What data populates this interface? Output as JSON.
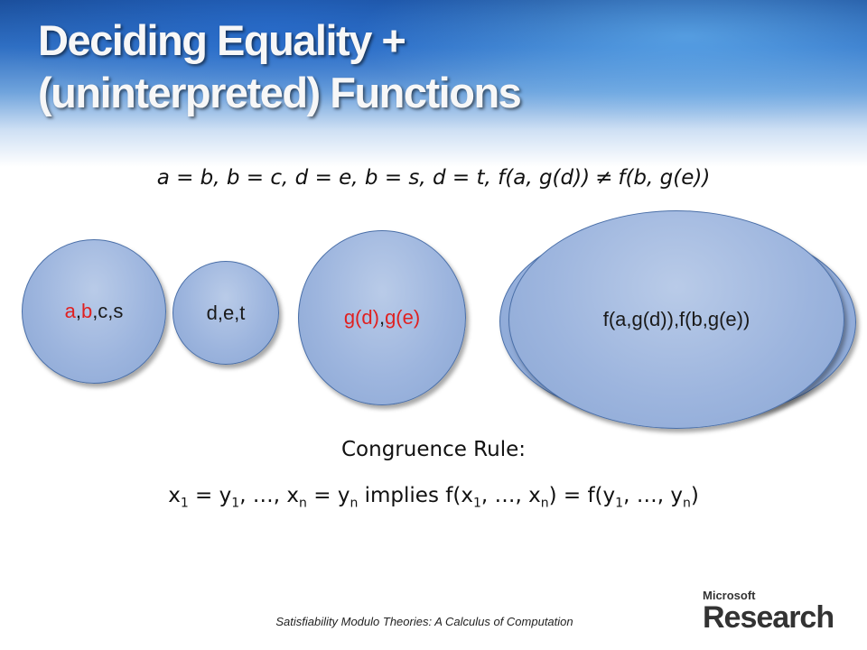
{
  "slide": {
    "title_line1": "Deciding Equality +",
    "title_line2": "(uninterpreted) Functions",
    "formula_left": "a = b, b = c, d = e, b = s, d = t, f(a, g(d))",
    "formula_neq": "≠",
    "formula_right": "f(b, g(e))",
    "bubbles": {
      "b1_a": "a",
      "b1_comma1": ",",
      "b1_b": "b",
      "b1_rest": ",c,s",
      "b2": "d,e,t",
      "b3_gd": "g(d)",
      "b3_comma": ",",
      "b3_ge": "g(e)",
      "b4": "f(a,g(d)),f(b,g(e))"
    },
    "rule_title": "Congruence Rule:",
    "rule": {
      "x": "x",
      "sub1": "1",
      "eq_y": " = y",
      "ellipsis_x": ", …, x",
      "subn": "n",
      "implies": " implies f(x",
      "close_eq": ") = f(y",
      "close": ")"
    },
    "footer": "Satisfiability Modulo Theories: A Calculus of Computation",
    "logo_small": "Microsoft",
    "logo_big": "Research"
  }
}
